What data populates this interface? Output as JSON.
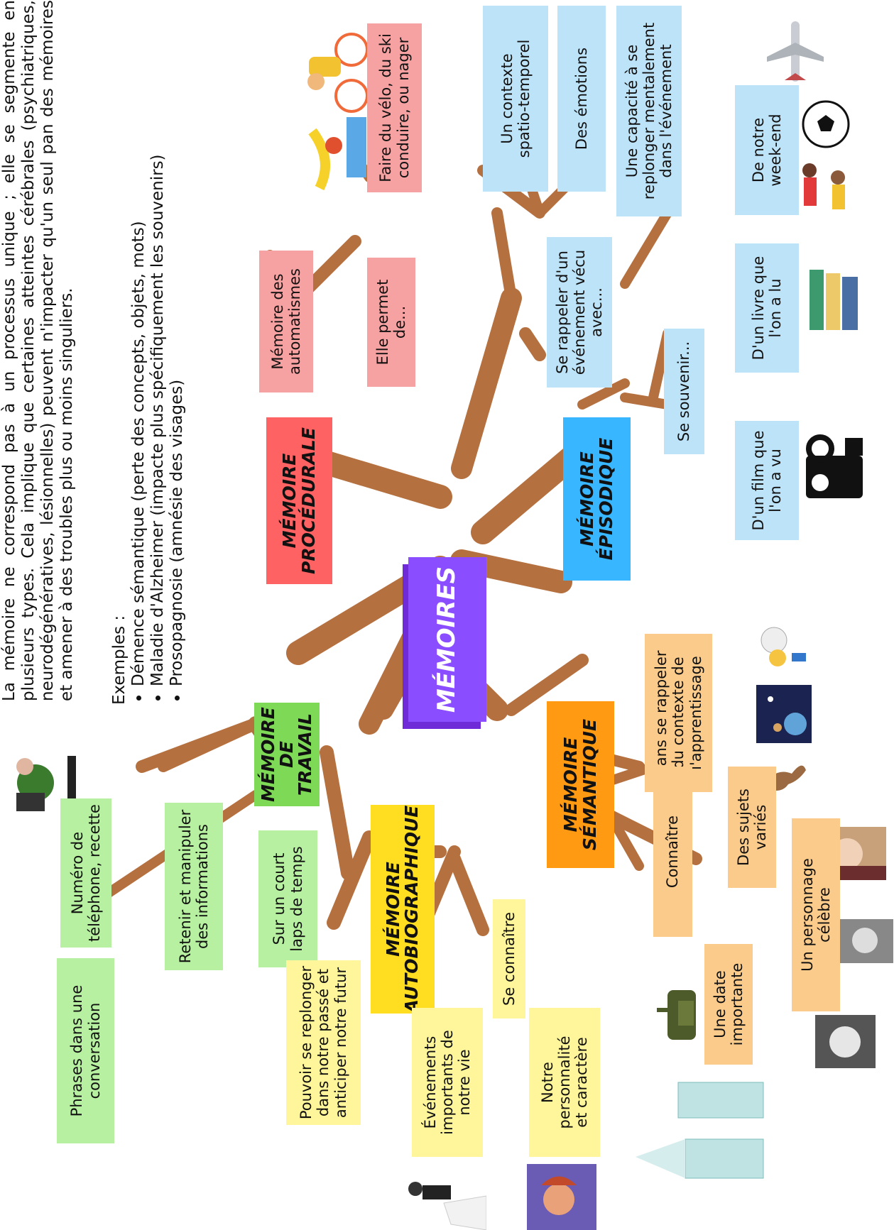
{
  "intro": "La mémoire ne correspond pas à un processus unique ; elle se segmente en plusieurs types. Cela implique que certaines atteintes cérébrales (psychiatriques, neurodégénératives, lésionnelles) peuvent n'impacter qu'un seul pan des mémoires et amener à des troubles plus ou moins singuliers.",
  "examples": {
    "label": "Exemples :",
    "items": [
      "Démence sémantique (perte des concepts, objets, mots)",
      "Maladie d'Alzheimer (impacte plus spécifiquement les souvenirs)",
      "Prosopagnosie (amnésie des visages)"
    ]
  },
  "center": "MÉMOIRES",
  "nodes": {
    "travail": "MÉMOIRE\nDE TRAVAIL",
    "retenir": "Retenir et manipuler\ndes informations",
    "numero": "Numéro de\ntéléphone, recette",
    "phrases": "Phrases dans une\nconversation",
    "court": "Sur un court\nlaps de temps",
    "autobio": "MÉMOIRE\nAUTOBIOGRAPHIQUE",
    "pouvoir": "Pouvoir se replonger\ndans notre passé et\nanticiper notre futur",
    "connaitre_soi": "Se connaître",
    "evenements": "Événements\nimportants de\nnotre vie",
    "personnalite": "Notre\npersonnalité\net caractère",
    "semantique": "MÉMOIRE\nSÉMANTIQUE",
    "sans": "Sans se rappeler\ndu contexte de\nl'apprentissage",
    "connaitre": "Connaître",
    "sujets": "Des sujets\nvariés",
    "personnage": "Un personnage\ncélèbre",
    "date": "Une date\nimportante",
    "procedurale": "MÉMOIRE\nPROCÉDURALE",
    "automatismes": "Mémoire des\nautomatismes",
    "permet": "Elle permet de...",
    "velo": "Faire du vélo, du ski\nconduire, ou nager",
    "episodique": "MÉMOIRE\nÉPISODIQUE",
    "rappeler": "Se rappeler d'un\névénement vécu\navec...",
    "contexte": "Un contexte\nspatio-temporel",
    "emotions": "Des émotions",
    "replonger": "Une capacité à se\nreplonger mentalement\ndans l'événement",
    "souvenir": "Se souvenir...",
    "film": "D'un film que\nl'on a vu",
    "livre": "D'un livre que\nl'on a lu",
    "weekend": "De notre\nweek-end"
  },
  "colors": {
    "branch": "#b5703f",
    "center": "#8a4dff",
    "travail": "#7ed957",
    "travail_light": "#b6f0a0",
    "autobio": "#ffde21",
    "autobio_light": "#fff59a",
    "semantique": "#ff9a12",
    "semantique_light": "#fbcb8c",
    "procedurale": "#ff6262",
    "procedurale_light": "#f7a2a2",
    "episodique": "#38b6ff",
    "episodique_light": "#bde3f9"
  }
}
